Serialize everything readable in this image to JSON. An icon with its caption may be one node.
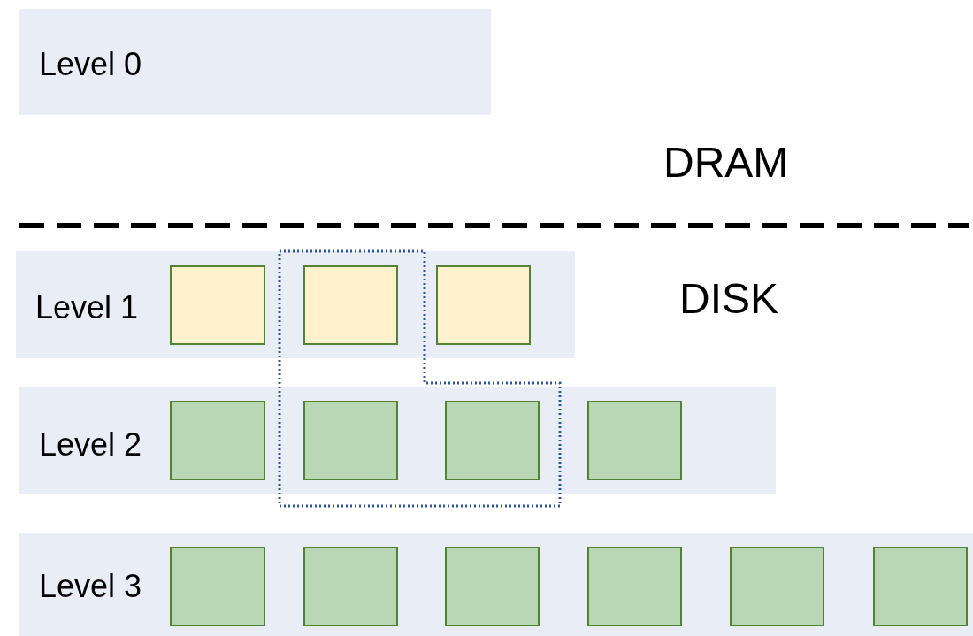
{
  "diagram": {
    "nodes": [
      {
        "text": [
          "Level 0"
        ]
      },
      {
        "text": [
          "Level 1"
        ]
      },
      {
        "text": [],
        "shape": "box",
        "in": 1
      },
      {
        "text": [],
        "shape": "box",
        "in": 1
      },
      {
        "text": [],
        "shape": "box",
        "in": 1
      },
      {
        "text": [
          "Level 2"
        ]
      },
      {
        "text": [],
        "shape": "box",
        "in": 5
      },
      {
        "text": [],
        "shape": "box",
        "in": 5
      },
      {
        "text": [],
        "shape": "box",
        "in": 5
      },
      {
        "text": [],
        "shape": "box",
        "in": 5
      },
      {
        "text": [
          "Level 3"
        ]
      },
      {
        "text": [],
        "shape": "box",
        "in": 10
      },
      {
        "text": [],
        "shape": "box",
        "in": 10
      },
      {
        "text": [],
        "shape": "box",
        "in": 10
      },
      {
        "text": [],
        "shape": "box",
        "in": 10
      },
      {
        "text": [],
        "shape": "box",
        "in": 10
      },
      {
        "text": [],
        "shape": "box",
        "in": 10
      }
    ],
    "edges": [],
    "labels": [
      "DRAM",
      "DISK"
    ]
  }
}
